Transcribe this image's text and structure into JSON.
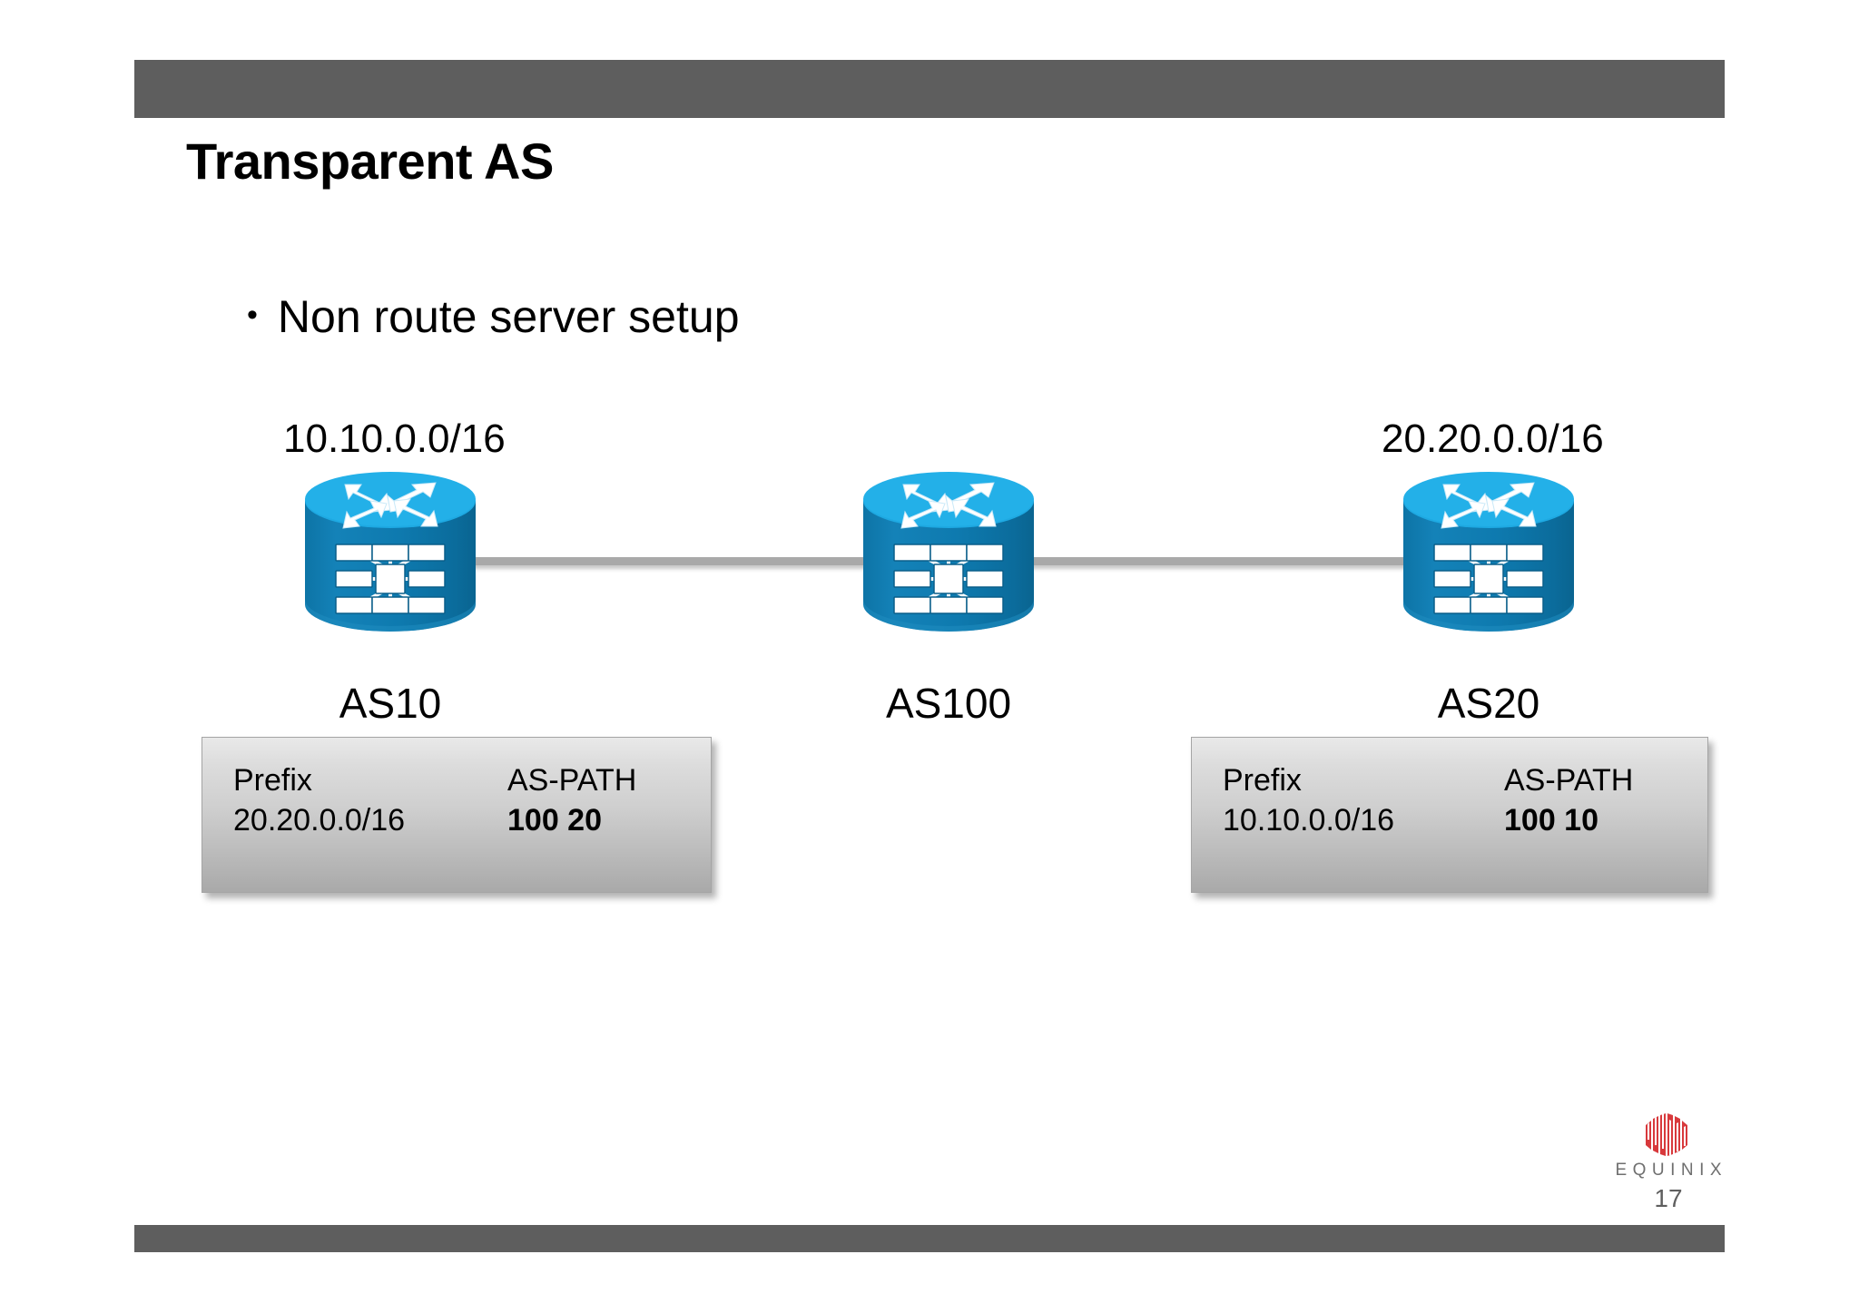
{
  "slide": {
    "title": "Transparent AS",
    "bullet_marker": "•",
    "bullets": [
      {
        "text": "Non route server setup"
      }
    ],
    "page_number": "17"
  },
  "topology": {
    "nodes": [
      {
        "id": "as10",
        "as_label": "AS10",
        "prefix_label": "10.10.0.0/16",
        "icon": "router-icon"
      },
      {
        "id": "as100",
        "as_label": "AS100",
        "prefix_label": "",
        "icon": "router-icon"
      },
      {
        "id": "as20",
        "as_label": "AS20",
        "prefix_label": "20.20.0.0/16",
        "icon": "router-icon"
      }
    ],
    "links": [
      {
        "from": "as10",
        "to": "as100"
      },
      {
        "from": "as100",
        "to": "as20"
      }
    ],
    "colors": {
      "router_top": "#1EA9E2",
      "router_body": "#0E7AAF",
      "router_body_dark": "#0C6D9E",
      "link": "#a9a9a9"
    }
  },
  "route_tables": [
    {
      "id": "left-table",
      "headers": {
        "prefix": "Prefix",
        "as_path": "AS-PATH"
      },
      "rows": [
        {
          "prefix": "20.20.0.0/16",
          "as_path": "100 20"
        }
      ]
    },
    {
      "id": "right-table",
      "headers": {
        "prefix": "Prefix",
        "as_path": "AS-PATH"
      },
      "rows": [
        {
          "prefix": "10.10.0.0/16",
          "as_path": "100 10"
        }
      ]
    }
  ],
  "brand": {
    "name": "EQUINIX",
    "mark_color": "#D8393C",
    "word_color": "#6f6f6f"
  },
  "decor": {
    "bar_color": "#5e5e5e"
  }
}
